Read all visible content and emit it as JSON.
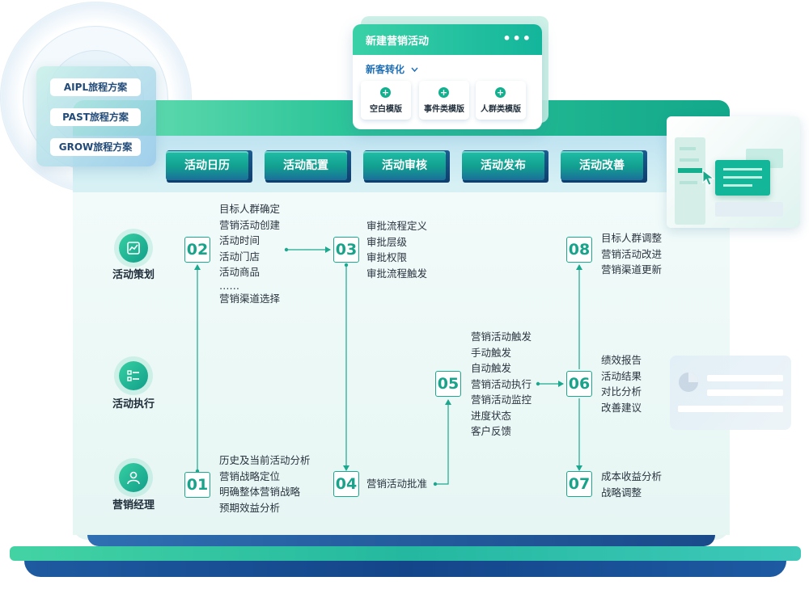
{
  "journey_plans": [
    "AIPL旅程方案",
    "PAST旅程方案",
    "GROW旅程方案"
  ],
  "new_activity_card": {
    "title": "新建营销活动",
    "menu": "•••",
    "subtitle": "新客转化",
    "templates": [
      "空白模版",
      "事件类模版",
      "人群类模版"
    ]
  },
  "tabs": [
    "活动日历",
    "活动配置",
    "活动审核",
    "活动发布",
    "活动改善"
  ],
  "roles": [
    "活动策划",
    "活动执行",
    "营销经理"
  ],
  "steps": {
    "s01": {
      "number": "01",
      "items": [
        "历史及当前活动分析",
        "营销战略定位",
        "明确整体营销战略",
        "预期效益分析"
      ]
    },
    "s02": {
      "number": "02",
      "items": [
        "目标人群确定",
        "营销活动创建",
        "活动时间",
        "活动门店",
        "活动商品",
        "……",
        "营销渠道选择"
      ]
    },
    "s03": {
      "number": "03",
      "items": [
        "审批流程定义",
        "审批层级",
        "审批权限",
        "审批流程触发"
      ]
    },
    "s04": {
      "number": "04",
      "items": [
        "营销活动批准"
      ]
    },
    "s05": {
      "number": "05",
      "items": [
        "营销活动触发",
        "手动触发",
        "自动触发",
        "营销活动执行",
        "营销活动监控",
        "进度状态",
        "客户反馈"
      ]
    },
    "s06": {
      "number": "06",
      "items": [
        "绩效报告",
        "活动结果",
        "对比分析",
        "改善建议"
      ]
    },
    "s07": {
      "number": "07",
      "items": [
        "成本收益分析",
        "战略调整"
      ]
    },
    "s08": {
      "number": "08",
      "items": [
        "目标人群调整",
        "营销活动改进",
        "营销渠道更新"
      ]
    }
  }
}
